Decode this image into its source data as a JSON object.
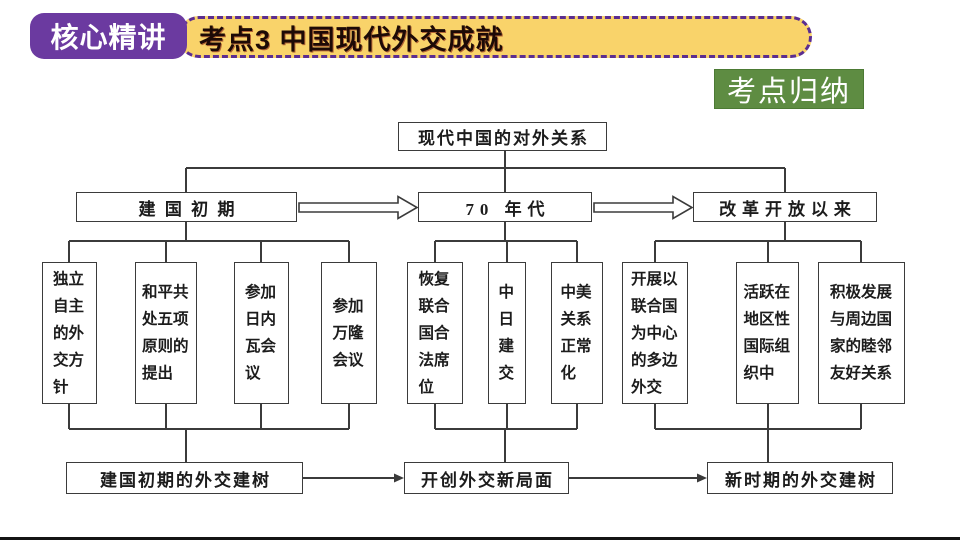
{
  "header": {
    "tag_label": "核心精讲",
    "title": "考点3 中国现代外交成就",
    "corner_badge": "考点归纳"
  },
  "colors": {
    "tag_purple": "#6b3aa0",
    "border_purple": "#5b2d90",
    "title_yellow": "#f9d36a",
    "title_text": "#1d0a06",
    "badge_green": "#5e8c42",
    "ink": "#1c1c1c",
    "line": "#3b3b3b"
  },
  "diagram": {
    "root": "现代中国的对外关系",
    "stages": [
      {
        "period": "建国初期",
        "achievements": [
          "独立自主的外交方针",
          "和平共处五项原则的提出",
          "参加日内瓦会议",
          "参加万隆会议"
        ],
        "summary": "建国初期的外交建树"
      },
      {
        "period": "70 年代",
        "achievements": [
          "恢复联合国合法席位",
          "中日建交",
          "中美关系正常化"
        ],
        "summary": "开创外交新局面"
      },
      {
        "period": "改革开放以来",
        "achievements": [
          "开展以联合国为中心的多边外交",
          "活跃在地区性国际组织中",
          "积极发展与周边国家的睦邻友好关系"
        ],
        "summary": "新时期的外交建树"
      }
    ]
  }
}
